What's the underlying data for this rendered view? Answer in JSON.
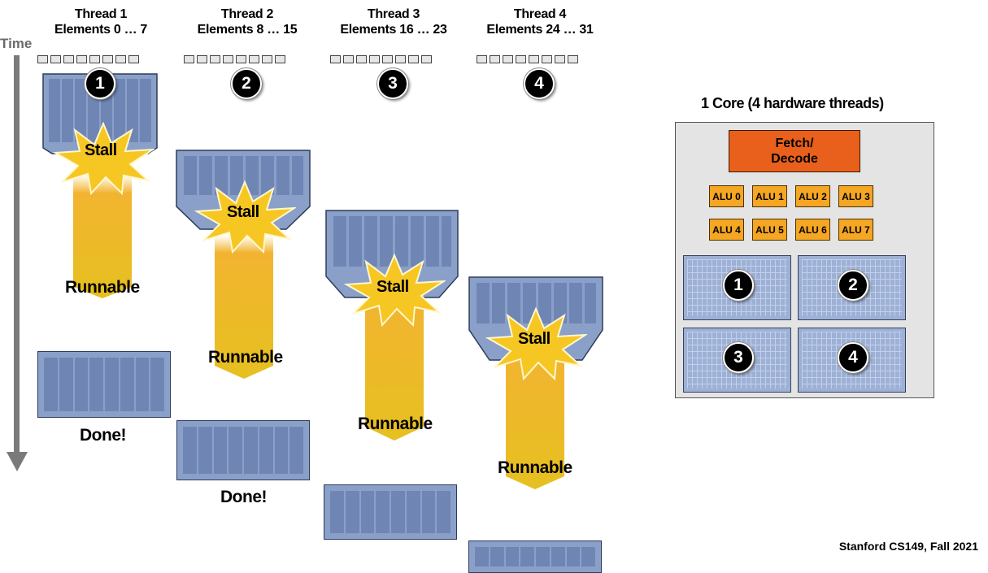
{
  "time_label": "Time",
  "threads": [
    {
      "title": "Thread 1",
      "elements": "Elements 0 … 7",
      "badge": "1",
      "stall": "Stall",
      "runnable": "Runnable",
      "done": "Done!"
    },
    {
      "title": "Thread 2",
      "elements": "Elements 8 … 15",
      "badge": "2",
      "stall": "Stall",
      "runnable": "Runnable",
      "done": "Done!"
    },
    {
      "title": "Thread 3",
      "elements": "Elements 16 … 23",
      "badge": "3",
      "stall": "Stall",
      "runnable": "Runnable"
    },
    {
      "title": "Thread 4",
      "elements": "Elements 24 … 31",
      "badge": "4",
      "stall": "Stall",
      "runnable": "Runnable"
    }
  ],
  "core": {
    "title": "1 Core (4 hardware threads)",
    "fetch_line1": "Fetch/",
    "fetch_line2": "Decode",
    "alus": [
      "ALU 0",
      "ALU 1",
      "ALU 2",
      "ALU 3",
      "ALU 4",
      "ALU 5",
      "ALU 6",
      "ALU 7"
    ],
    "contexts": [
      "1",
      "2",
      "3",
      "4"
    ]
  },
  "colors": {
    "stall_burst": "#f6c623",
    "runnable_arrow": "#f0b020",
    "context_blue": "#8aa0c8",
    "alu_orange": "#f5a623",
    "fetch_orange": "#e8601c"
  },
  "footer": "Stanford CS149, Fall 2021"
}
